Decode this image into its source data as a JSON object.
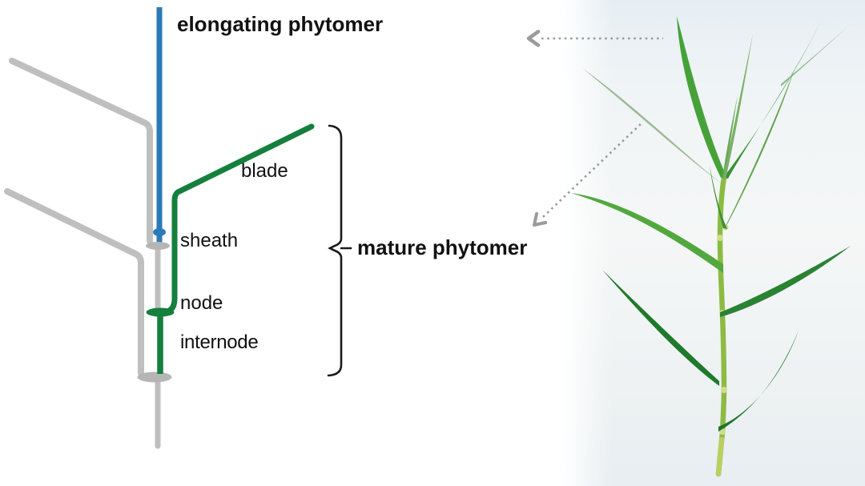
{
  "figure": {
    "labels": {
      "elongating_phytomer": "elongating phytomer",
      "blade": "blade",
      "sheath": "sheath",
      "node": "node",
      "internode": "internode",
      "mature_phytomer": "mature phytomer"
    },
    "colors": {
      "elongating_blue": "#2b7ab8",
      "mature_green": "#157f3d",
      "older_gray": "#bfbfbf",
      "older_gray_fill": "#b5b5b5",
      "bracket_black": "#1a1a1a",
      "arrow_gray": "#9b9b9b",
      "text": "#111111",
      "photo_background": "#eef3f6",
      "plant_stem": "#8cbb43",
      "plant_stem_base": "#b9cf62",
      "plant_leaf_dark": "#1f7a2c",
      "plant_leaf_medium": "#2a8233",
      "plant_leaf_bright": "#46a238",
      "plant_leaf_wispy": "#9cb894"
    }
  }
}
